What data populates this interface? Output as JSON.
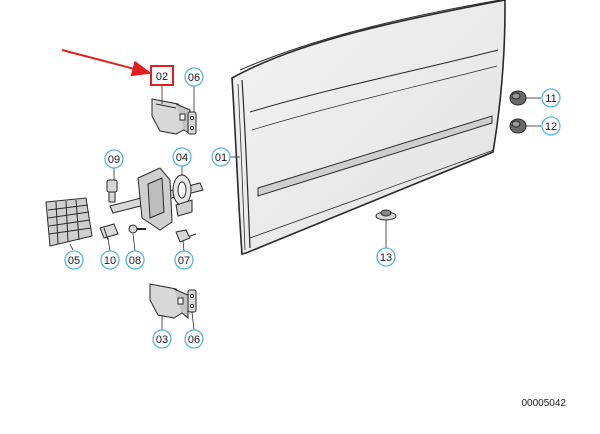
{
  "diagram": {
    "drawing_number": "00005042",
    "colors": {
      "callout_ring": "#5ab4e6",
      "highlight": "#e02020",
      "line": "#2a2a2a",
      "part_fill": "#d8d8d8"
    },
    "callouts": {
      "c01": "01",
      "c02": "02",
      "c03": "03",
      "c04": "04",
      "c05": "05",
      "c06a": "06",
      "c06b": "06",
      "c07": "07",
      "c08": "08",
      "c09": "09",
      "c10": "10",
      "c11": "11",
      "c12": "12",
      "c13": "13"
    }
  }
}
